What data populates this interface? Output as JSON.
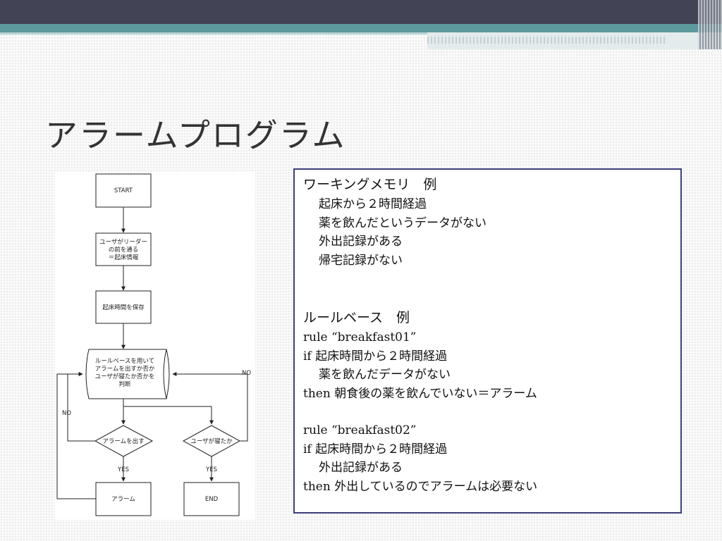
{
  "slide": {
    "title": "アラームプログラム"
  },
  "flowchart": {
    "start": "START",
    "step1": [
      "ユーザがリーダー",
      "の前を通る",
      "＝起床情報"
    ],
    "step2": "起床時間を保存",
    "judge": [
      "ルールベースを用いて",
      "アラームを出すか否か",
      "ユーザが寝たか否かを",
      "判断"
    ],
    "decision_alarm": "アラームを出す",
    "decision_sleep": "ユーザが寝たか",
    "alarm": "アラーム",
    "end": "END",
    "yes": "YES",
    "no": "NO"
  },
  "info": {
    "wm_heading": "ワーキングメモリ　例",
    "wm_items": [
      "起床から２時間経過",
      "薬を飲んだというデータがない",
      "外出記録がある",
      "帰宅記録がない"
    ],
    "rb_heading": "ルールベース　例",
    "rule1": {
      "name": "rule “breakfast01”",
      "if": "if 起床時間から２時間経過",
      "cond2": "薬を飲んだデータがない",
      "then": "then 朝食後の薬を飲んでいない＝アラーム"
    },
    "rule2": {
      "name": "rule “breakfast02”",
      "if": "if 起床時間から２時間経過",
      "cond2": "外出記録がある",
      "then": "then 外出しているのでアラームは必要ない"
    }
  }
}
